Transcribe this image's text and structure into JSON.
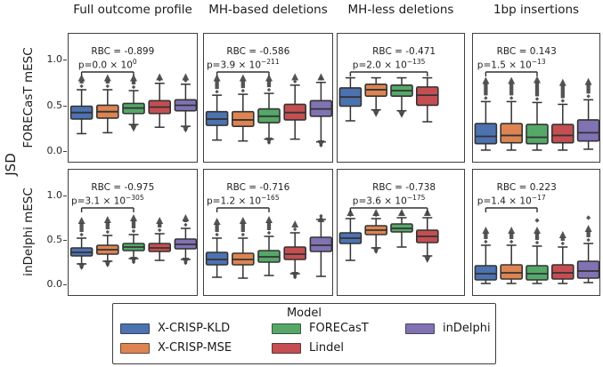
{
  "figure": {
    "ylabel": "JSD",
    "row_labels": [
      "FORECasT mESC",
      "inDelphi mESC"
    ],
    "columns": [
      "Full outcome profile",
      "MH-based deletions",
      "MH-less deletions",
      "1bp insertions"
    ],
    "yticks": [
      "1.0",
      "0.5",
      "0.0"
    ]
  },
  "legend": {
    "title": "Model",
    "entries": [
      "X-CRISP-KLD",
      "X-CRISP-MSE",
      "FORECasT",
      "Lindel",
      "inDelphi"
    ]
  },
  "chart_data": {
    "type": "boxplot",
    "ylabel": "JSD",
    "ytick_values": [
      1.0,
      0.5,
      0.0
    ],
    "rows": [
      "FORECasT mESC",
      "inDelphi mESC"
    ],
    "columns": [
      "Full outcome profile",
      "MH-based deletions",
      "MH-less deletions",
      "1bp insertions"
    ],
    "model_colors": {
      "X-CRISP-KLD": "#4c72b0",
      "X-CRISP-MSE": "#dd8452",
      "FORECasT": "#55a868",
      "Lindel": "#c44e52",
      "inDelphi": "#8172b3"
    },
    "panels": [
      {
        "row": 0,
        "col": 0,
        "rbc": "RBC = -0.899",
        "p_mantissa": "p=0.0 × 10",
        "p_exp": "0",
        "bracket": {
          "from": 0,
          "to": 2
        },
        "boxes": [
          {
            "model": "X-CRISP-KLD",
            "whisker_low": 0.2,
            "q1": 0.36,
            "median": 0.43,
            "q3": 0.5,
            "whisker_high": 0.68,
            "outliers_above_to": 0.85
          },
          {
            "model": "X-CRISP-MSE",
            "whisker_low": 0.21,
            "q1": 0.37,
            "median": 0.44,
            "q3": 0.51,
            "whisker_high": 0.68,
            "outliers_above_to": 0.85
          },
          {
            "model": "FORECasT",
            "whisker_low": 0.3,
            "q1": 0.42,
            "median": 0.48,
            "q3": 0.53,
            "whisker_high": 0.67,
            "outliers_above_to": 0.85,
            "outliers_below_to": 0.22
          },
          {
            "model": "Lindel",
            "whisker_low": 0.27,
            "q1": 0.42,
            "median": 0.49,
            "q3": 0.56,
            "whisker_high": 0.75,
            "outliers_above_to": 0.86
          },
          {
            "model": "inDelphi",
            "whisker_low": 0.28,
            "q1": 0.45,
            "median": 0.51,
            "q3": 0.57,
            "whisker_high": 0.74,
            "outliers_above_to": 0.86,
            "outliers_below_to": 0.21
          }
        ]
      },
      {
        "row": 0,
        "col": 1,
        "rbc": "RBC = -0.586",
        "p_mantissa": "p=3.9 × 10",
        "p_exp": "−211",
        "bracket": {
          "from": 0,
          "to": 2
        },
        "boxes": [
          {
            "model": "X-CRISP-KLD",
            "whisker_low": 0.13,
            "q1": 0.29,
            "median": 0.36,
            "q3": 0.44,
            "whisker_high": 0.62,
            "outliers_above_to": 0.85
          },
          {
            "model": "X-CRISP-MSE",
            "whisker_low": 0.12,
            "q1": 0.28,
            "median": 0.35,
            "q3": 0.44,
            "whisker_high": 0.63,
            "outliers_above_to": 0.85
          },
          {
            "model": "FORECasT",
            "whisker_low": 0.14,
            "q1": 0.32,
            "median": 0.39,
            "q3": 0.47,
            "whisker_high": 0.64,
            "outliers_above_to": 0.85,
            "outliers_below_to": 0.08
          },
          {
            "model": "Lindel",
            "whisker_low": 0.14,
            "q1": 0.35,
            "median": 0.43,
            "q3": 0.52,
            "whisker_high": 0.73,
            "outliers_above_to": 0.86
          },
          {
            "model": "inDelphi",
            "whisker_low": 0.11,
            "q1": 0.39,
            "median": 0.47,
            "q3": 0.56,
            "whisker_high": 0.76,
            "outliers_above_to": 0.86,
            "outliers_below_to": 0.05
          }
        ]
      },
      {
        "row": 0,
        "col": 2,
        "rbc": "RBC = -0.471",
        "p_mantissa": "p=2.0 × 10",
        "p_exp": "−135",
        "bracket": {
          "from": 0,
          "to": 3
        },
        "boxes": [
          {
            "model": "X-CRISP-KLD",
            "whisker_low": 0.34,
            "q1": 0.5,
            "median": 0.6,
            "q3": 0.7,
            "whisker_high": 0.81
          },
          {
            "model": "X-CRISP-MSE",
            "whisker_low": 0.46,
            "q1": 0.61,
            "median": 0.68,
            "q3": 0.74,
            "whisker_high": 0.81,
            "outliers_below_to": 0.38
          },
          {
            "model": "FORECasT",
            "whisker_low": 0.45,
            "q1": 0.61,
            "median": 0.67,
            "q3": 0.73,
            "whisker_high": 0.81,
            "outliers_below_to": 0.37
          },
          {
            "model": "Lindel",
            "whisker_low": 0.33,
            "q1": 0.51,
            "median": 0.62,
            "q3": 0.71,
            "whisker_high": 0.81
          }
        ]
      },
      {
        "row": 0,
        "col": 3,
        "rbc": "RBC = 0.143",
        "p_mantissa": "p=1.5 × 10",
        "p_exp": "−13",
        "bracket": {
          "from": 0,
          "to": 2
        },
        "boxes": [
          {
            "model": "X-CRISP-KLD",
            "whisker_low": 0.02,
            "q1": 0.09,
            "median": 0.17,
            "q3": 0.31,
            "whisker_high": 0.55,
            "outliers_above_to": 0.82
          },
          {
            "model": "X-CRISP-MSE",
            "whisker_low": 0.02,
            "q1": 0.1,
            "median": 0.18,
            "q3": 0.31,
            "whisker_high": 0.55,
            "outliers_above_to": 0.82
          },
          {
            "model": "FORECasT",
            "whisker_low": 0.02,
            "q1": 0.09,
            "median": 0.16,
            "q3": 0.3,
            "whisker_high": 0.54,
            "outliers_above_to": 0.83
          },
          {
            "model": "Lindel",
            "whisker_low": 0.02,
            "q1": 0.1,
            "median": 0.18,
            "q3": 0.3,
            "whisker_high": 0.52,
            "outliers_above_to": 0.8
          },
          {
            "model": "inDelphi",
            "whisker_low": 0.03,
            "q1": 0.12,
            "median": 0.21,
            "q3": 0.35,
            "whisker_high": 0.57,
            "outliers_above_to": 0.81
          }
        ]
      },
      {
        "row": 1,
        "col": 0,
        "rbc": "RBC = -0.975",
        "p_mantissa": "p=3.1 × 10",
        "p_exp": "−305",
        "bracket": {
          "from": 0,
          "to": 2
        },
        "boxes": [
          {
            "model": "X-CRISP-KLD",
            "whisker_low": 0.24,
            "q1": 0.33,
            "median": 0.37,
            "q3": 0.42,
            "whisker_high": 0.53,
            "outliers_above_to": 0.77,
            "outliers_below_to": 0.17
          },
          {
            "model": "X-CRISP-MSE",
            "whisker_low": 0.27,
            "q1": 0.35,
            "median": 0.4,
            "q3": 0.45,
            "whisker_high": 0.56,
            "outliers_above_to": 0.78,
            "outliers_below_to": 0.2
          },
          {
            "model": "FORECasT",
            "whisker_low": 0.3,
            "q1": 0.39,
            "median": 0.43,
            "q3": 0.47,
            "whisker_high": 0.57,
            "outliers_above_to": 0.8,
            "outliers_below_to": 0.24
          },
          {
            "model": "Lindel",
            "whisker_low": 0.28,
            "q1": 0.38,
            "median": 0.42,
            "q3": 0.47,
            "whisker_high": 0.58,
            "outliers_above_to": 0.77
          },
          {
            "model": "inDelphi",
            "whisker_low": 0.29,
            "q1": 0.41,
            "median": 0.46,
            "q3": 0.52,
            "whisker_high": 0.64,
            "outliers_above_to": 0.8,
            "outliers_below_to": 0.23
          }
        ]
      },
      {
        "row": 1,
        "col": 1,
        "rbc": "RBC = -0.716",
        "p_mantissa": "p=1.2 × 10",
        "p_exp": "−165",
        "bracket": {
          "from": 0,
          "to": 2
        },
        "boxes": [
          {
            "model": "X-CRISP-KLD",
            "whisker_low": 0.09,
            "q1": 0.23,
            "median": 0.29,
            "q3": 0.37,
            "whisker_high": 0.53,
            "outliers_above_to": 0.76
          },
          {
            "model": "X-CRISP-MSE",
            "whisker_low": 0.08,
            "q1": 0.23,
            "median": 0.29,
            "q3": 0.36,
            "whisker_high": 0.53,
            "outliers_above_to": 0.77
          },
          {
            "model": "FORECasT",
            "whisker_low": 0.11,
            "q1": 0.26,
            "median": 0.32,
            "q3": 0.39,
            "whisker_high": 0.55,
            "outliers_above_to": 0.78
          },
          {
            "model": "Lindel",
            "whisker_low": 0.13,
            "q1": 0.29,
            "median": 0.35,
            "q3": 0.43,
            "whisker_high": 0.59,
            "outliers_above_to": 0.73,
            "outliers_below_to": 0.07
          },
          {
            "model": "inDelphi",
            "whisker_low": 0.1,
            "q1": 0.38,
            "median": 0.45,
            "q3": 0.54,
            "whisker_high": 0.74,
            "outliers_above_to": 0.79
          }
        ]
      },
      {
        "row": 1,
        "col": 2,
        "rbc": "RBC = -0.738",
        "p_mantissa": "p=3.6 × 10",
        "p_exp": "−175",
        "bracket": {
          "from": 0,
          "to": 3
        },
        "boxes": [
          {
            "model": "X-CRISP-KLD",
            "whisker_low": 0.28,
            "q1": 0.47,
            "median": 0.53,
            "q3": 0.59,
            "whisker_high": 0.75,
            "outliers_above_to": 0.86
          },
          {
            "model": "X-CRISP-MSE",
            "whisker_low": 0.42,
            "q1": 0.57,
            "median": 0.62,
            "q3": 0.67,
            "whisker_high": 0.75,
            "outliers_above_to": 0.86,
            "outliers_below_to": 0.35
          },
          {
            "model": "FORECasT",
            "whisker_low": 0.43,
            "q1": 0.6,
            "median": 0.64,
            "q3": 0.69,
            "whisker_high": 0.76,
            "outliers_above_to": 0.86
          },
          {
            "model": "Lindel",
            "whisker_low": 0.33,
            "q1": 0.48,
            "median": 0.55,
            "q3": 0.62,
            "whisker_high": 0.76,
            "outliers_above_to": 0.86,
            "outliers_below_to": 0.25
          }
        ]
      },
      {
        "row": 1,
        "col": 3,
        "rbc": "RBC = 0.223",
        "p_mantissa": "p=1.4 × 10",
        "p_exp": "−17",
        "bracket": {
          "from": 0,
          "to": 2
        },
        "boxes": [
          {
            "model": "X-CRISP-KLD",
            "whisker_low": 0.02,
            "q1": 0.06,
            "median": 0.13,
            "q3": 0.22,
            "whisker_high": 0.45,
            "outliers_above_to": 0.66
          },
          {
            "model": "X-CRISP-MSE",
            "whisker_low": 0.02,
            "q1": 0.07,
            "median": 0.14,
            "q3": 0.23,
            "whisker_high": 0.45,
            "outliers_above_to": 0.66
          },
          {
            "model": "FORECasT",
            "whisker_low": 0.02,
            "q1": 0.06,
            "median": 0.13,
            "q3": 0.22,
            "whisker_high": 0.44,
            "outliers_above_to": 0.66,
            "extra_outlier_at": 0.73
          },
          {
            "model": "Lindel",
            "whisker_low": 0.02,
            "q1": 0.07,
            "median": 0.14,
            "q3": 0.23,
            "whisker_high": 0.43,
            "outliers_above_to": 0.61
          },
          {
            "model": "inDelphi",
            "whisker_low": 0.03,
            "q1": 0.08,
            "median": 0.16,
            "q3": 0.27,
            "whisker_high": 0.47,
            "outliers_above_to": 0.68,
            "extra_outlier_at": 0.76
          }
        ]
      }
    ]
  }
}
